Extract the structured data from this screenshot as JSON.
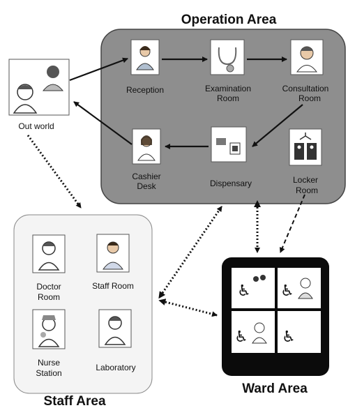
{
  "colors": {
    "operation_fill": "#8e8e8e",
    "staff_fill": "#f4f4f4",
    "ward_fill": "#0b0b0b",
    "arrow": "#111111"
  },
  "areas": {
    "operation": {
      "title": "Operation Area"
    },
    "staff": {
      "title": "Staff Area"
    },
    "ward": {
      "title": "Ward Area"
    }
  },
  "nodes": {
    "reception": {
      "label": "Reception",
      "icon": "receptionist-icon"
    },
    "examination": {
      "line1": "Examination",
      "line2": "Room",
      "icon": "stethoscope-icon"
    },
    "consultation": {
      "line1": "Consultation",
      "line2": "Room",
      "icon": "doctor-icon"
    },
    "cashier": {
      "line1": "Cashier",
      "line2": "Desk",
      "icon": "cashier-icon"
    },
    "dispensary": {
      "label": "Dispensary",
      "icon": "medicine-icon"
    },
    "locker": {
      "line1": "Locker",
      "line2": "Room",
      "icon": "locker-icon"
    },
    "outworld": {
      "label": "Out world",
      "icon": "people-icon"
    },
    "doctor_room": {
      "line1": "Doctor",
      "line2": "Room",
      "icon": "doctor-icon"
    },
    "staff_room": {
      "label": "Staff Room",
      "icon": "staff-icon"
    },
    "nurse_station": {
      "line1": "Nurse",
      "line2": "Station",
      "icon": "nurse-icon"
    },
    "laboratory": {
      "label": "Laboratory",
      "icon": "lab-doctor-icon"
    }
  },
  "ward_cells": [
    "wheelchair-visitors-icon",
    "wheelchair-nurse-icon",
    "wheelchair-doctor-icon",
    "wheelchair-icon"
  ]
}
